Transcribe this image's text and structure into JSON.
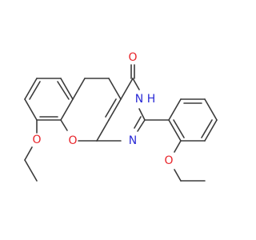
{
  "structure": {
    "atoms": {
      "carbonyl_oxygen": "O",
      "amide_nitrogen": "N",
      "amide_hydrogen": "H",
      "imine_nitrogen": "N",
      "ring_oxygen": "O",
      "ethoxy_oxygen": "O",
      "methoxy_oxygen": "O"
    },
    "colors": {
      "bond": "#3b3b3b",
      "oxygen": "#e8242a",
      "nitrogen": "#2b2bd6"
    }
  }
}
